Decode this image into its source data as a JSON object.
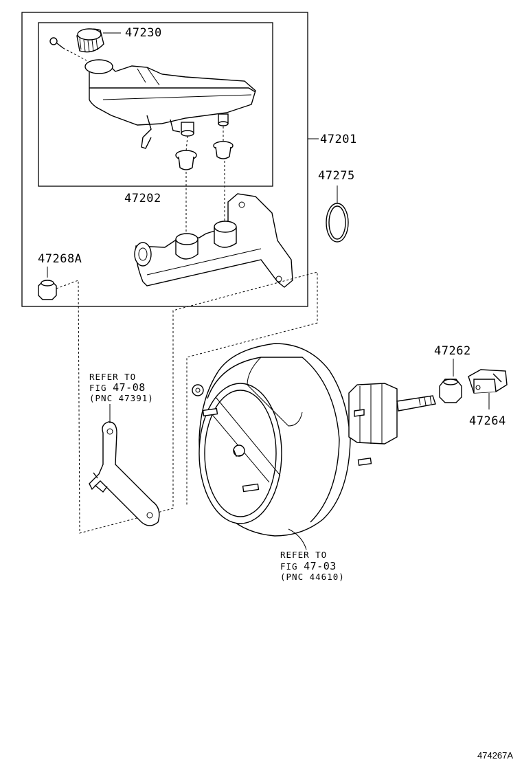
{
  "parts": {
    "p47230": "47230",
    "p47201": "47201",
    "p47275": "47275",
    "p47202": "47202",
    "p47268A": "47268A",
    "p47262": "47262",
    "p47264": "47264"
  },
  "notes": {
    "bracket": {
      "line1": "REFER TO",
      "line2_prefix": "FIG ",
      "line2_fig": "47-08",
      "line3": "(PNC 47391)"
    },
    "booster": {
      "line1": "REFER TO",
      "line2_prefix": "FIG ",
      "line2_fig": "47-03",
      "line3": "(PNC 44610)"
    }
  },
  "figure_id": "474267A"
}
